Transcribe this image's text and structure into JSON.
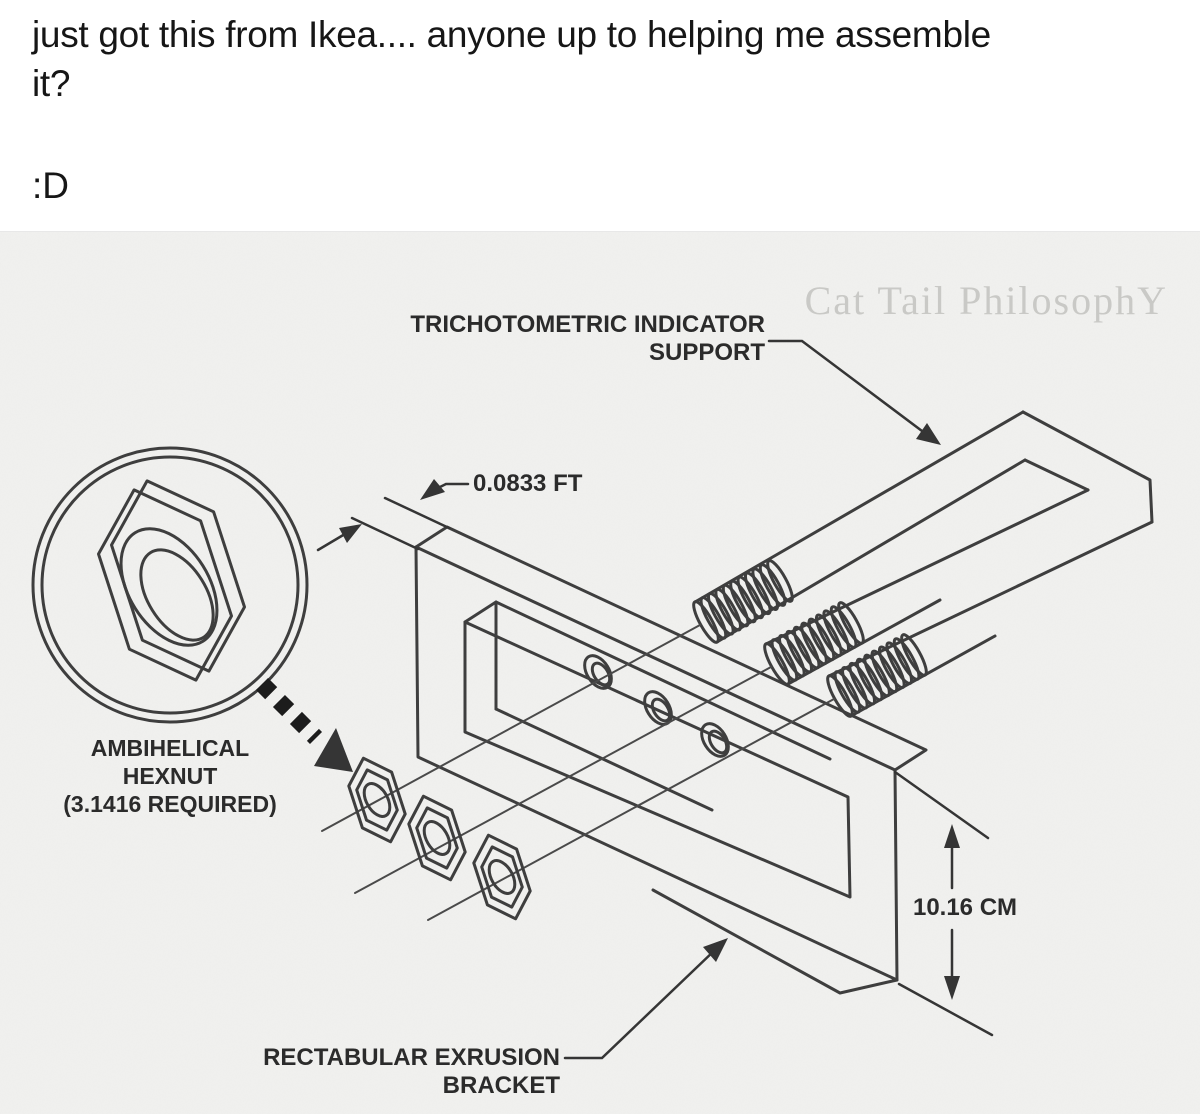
{
  "post": {
    "text": "just got this from Ikea.... anyone up to helping me assemble it?",
    "emoticon": ":D"
  },
  "figure": {
    "watermark": "Cat Tail PhilosophY",
    "labels": {
      "support_line1": "TRICHOTOMETRIC INDICATOR",
      "support_line2": "SUPPORT",
      "thickness_dim": "0.0833 FT",
      "hexnut_line1": "AMBIHELICAL",
      "hexnut_line2": "HEXNUT",
      "hexnut_line3": "(3.1416 REQUIRED)",
      "height_dim": "10.16 CM",
      "bracket_line1": "RECTABULAR EXRUSION",
      "bracket_line2": "BRACKET"
    },
    "colors": {
      "background": "#f1f1ef",
      "line": "#3e3e3e",
      "label": "#2b2b2b",
      "watermark": "#c9c9c6"
    }
  }
}
